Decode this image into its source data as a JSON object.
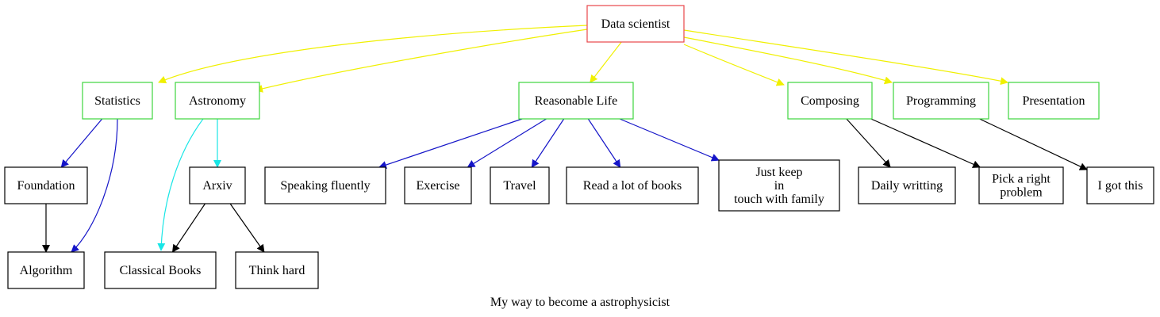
{
  "caption": "My way to become a astrophysicist",
  "colors": {
    "root_border": "#e8474a",
    "category_border": "#3ed63e",
    "leaf_border": "#000000",
    "edge_yellow": "#f0f000",
    "edge_blue": "#1515c8",
    "edge_cyan": "#19e6e6",
    "edge_black": "#000000"
  },
  "nodes": [
    {
      "id": "root",
      "lines": [
        "Data scientist"
      ],
      "kind": "root"
    },
    {
      "id": "statistics",
      "lines": [
        "Statistics"
      ],
      "kind": "category"
    },
    {
      "id": "astronomy",
      "lines": [
        "Astronomy"
      ],
      "kind": "category"
    },
    {
      "id": "reasonable",
      "lines": [
        "Reasonable Life"
      ],
      "kind": "category"
    },
    {
      "id": "composing",
      "lines": [
        "Composing"
      ],
      "kind": "category"
    },
    {
      "id": "programming",
      "lines": [
        "Programming"
      ],
      "kind": "category"
    },
    {
      "id": "presentation",
      "lines": [
        "Presentation"
      ],
      "kind": "category"
    },
    {
      "id": "foundation",
      "lines": [
        "Foundation"
      ],
      "kind": "leaf"
    },
    {
      "id": "arxiv",
      "lines": [
        "Arxiv"
      ],
      "kind": "leaf"
    },
    {
      "id": "speaking",
      "lines": [
        "Speaking fluently"
      ],
      "kind": "leaf"
    },
    {
      "id": "exercise",
      "lines": [
        "Exercise"
      ],
      "kind": "leaf"
    },
    {
      "id": "travel",
      "lines": [
        "Travel"
      ],
      "kind": "leaf"
    },
    {
      "id": "readbooks",
      "lines": [
        "Read a lot of books"
      ],
      "kind": "leaf"
    },
    {
      "id": "family",
      "lines": [
        "Just keep",
        "in",
        "touch with family"
      ],
      "kind": "leaf"
    },
    {
      "id": "daily",
      "lines": [
        "Daily writting"
      ],
      "kind": "leaf"
    },
    {
      "id": "pick",
      "lines": [
        "Pick a right",
        "problem"
      ],
      "kind": "leaf"
    },
    {
      "id": "igot",
      "lines": [
        "I got this"
      ],
      "kind": "leaf"
    },
    {
      "id": "algorithm",
      "lines": [
        "Algorithm"
      ],
      "kind": "leaf"
    },
    {
      "id": "classical",
      "lines": [
        "Classical Books"
      ],
      "kind": "leaf"
    },
    {
      "id": "think",
      "lines": [
        "Think hard"
      ],
      "kind": "leaf"
    }
  ],
  "edges": [
    {
      "from": "root",
      "to": "statistics",
      "color": "yellow"
    },
    {
      "from": "root",
      "to": "astronomy",
      "color": "yellow"
    },
    {
      "from": "root",
      "to": "reasonable",
      "color": "yellow"
    },
    {
      "from": "root",
      "to": "composing",
      "color": "yellow"
    },
    {
      "from": "root",
      "to": "programming",
      "color": "yellow"
    },
    {
      "from": "root",
      "to": "presentation",
      "color": "yellow"
    },
    {
      "from": "statistics",
      "to": "foundation",
      "color": "blue"
    },
    {
      "from": "statistics",
      "to": "algorithm",
      "color": "blue"
    },
    {
      "from": "astronomy",
      "to": "arxiv",
      "color": "cyan"
    },
    {
      "from": "astronomy",
      "to": "classical",
      "color": "cyan"
    },
    {
      "from": "reasonable",
      "to": "speaking",
      "color": "blue"
    },
    {
      "from": "reasonable",
      "to": "exercise",
      "color": "blue"
    },
    {
      "from": "reasonable",
      "to": "travel",
      "color": "blue"
    },
    {
      "from": "reasonable",
      "to": "readbooks",
      "color": "blue"
    },
    {
      "from": "reasonable",
      "to": "family",
      "color": "blue"
    },
    {
      "from": "composing",
      "to": "daily",
      "color": "black"
    },
    {
      "from": "composing",
      "to": "pick",
      "color": "black"
    },
    {
      "from": "programming",
      "to": "igot",
      "color": "black"
    },
    {
      "from": "foundation",
      "to": "algorithm",
      "color": "black"
    },
    {
      "from": "arxiv",
      "to": "classical",
      "color": "black"
    },
    {
      "from": "arxiv",
      "to": "think",
      "color": "black"
    }
  ]
}
